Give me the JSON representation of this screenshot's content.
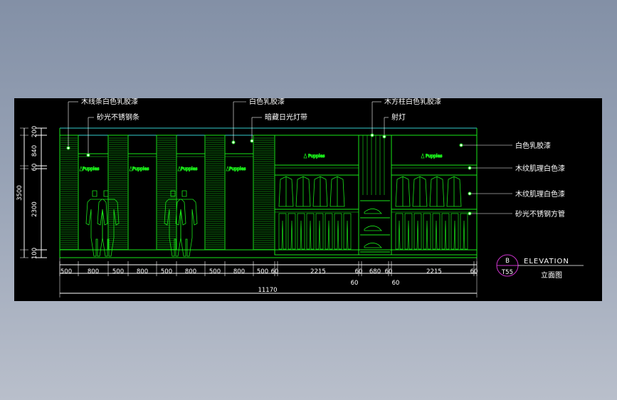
{
  "colors": {
    "background": "#000000",
    "drawing_line": "#19e619",
    "dimension_line": "#ffffff",
    "cyan_line": "#33cccc",
    "label_text": "#ffffff",
    "callout_bubble": "#cc33cc"
  },
  "callouts": {
    "wood_strip": "木线条白色乳胶漆",
    "steel_strip": "砂光不锈钢条",
    "white_latex_top": "白色乳胶漆",
    "hidden_light": "暗藏日光灯带",
    "wood_column": "木方柱白色乳胶漆",
    "spotlight": "射灯",
    "white_latex_right": "白色乳胶漆",
    "wood_grain_1": "木纹肌理白色漆",
    "wood_grain_2": "木纹肌理白色漆",
    "steel_tube": "砂光不锈钢方管"
  },
  "brand_label": "Puppies",
  "vertical_dims": [
    "200",
    "840",
    "60",
    "2300",
    "100"
  ],
  "vertical_total": "3500",
  "horizontal_dims": [
    "500",
    "800",
    "500",
    "800",
    "500",
    "800",
    "500",
    "800",
    "500",
    "60",
    "2215",
    "60",
    "680",
    "60",
    "2215",
    "60"
  ],
  "horizontal_sub_dims": [
    "60",
    "60"
  ],
  "horizontal_total": "11170",
  "title_block": {
    "ref_letter": "B",
    "ref_number": "T55",
    "title_en": "ELEVATION",
    "title_cn": "立面图"
  }
}
